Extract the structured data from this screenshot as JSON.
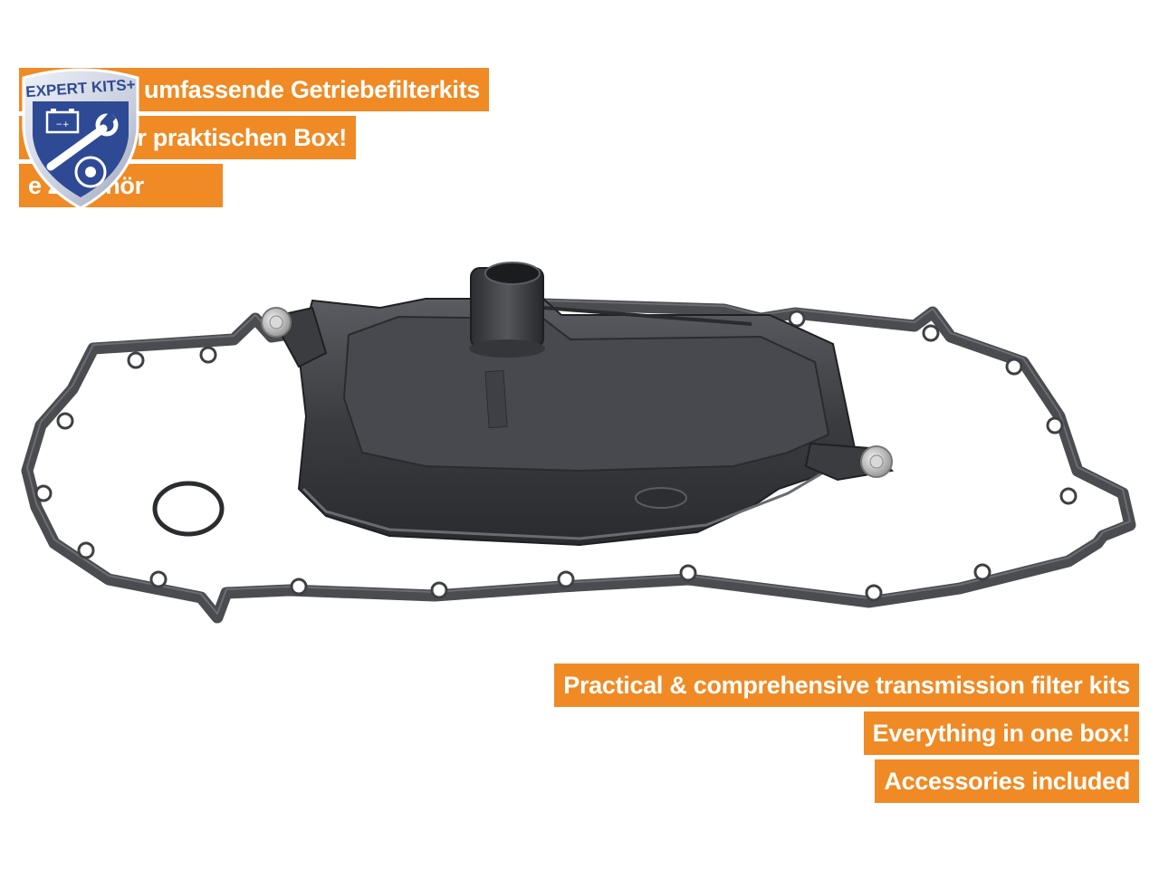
{
  "colors": {
    "accent": "#f08a24",
    "banner_text": "#ffffff",
    "gasket": "#4a4c50",
    "filter_body": "#3c3d41",
    "badge_blue": "#2e4a94"
  },
  "badge": {
    "text": "EXPERT KITS+",
    "icons": [
      "battery-icon",
      "wrench-icon",
      "brake-disc-icon"
    ]
  },
  "banners_de": [
    {
      "label": "& umfassende Getriebefilterkits"
    },
    {
      "label": "her praktischen Box!"
    },
    {
      "label": "e Zubehör"
    }
  ],
  "banners_en": [
    {
      "label": "Practical & comprehensive transmission filter kits"
    },
    {
      "label": "Everything in one box!"
    },
    {
      "label": "Accessories included"
    }
  ]
}
